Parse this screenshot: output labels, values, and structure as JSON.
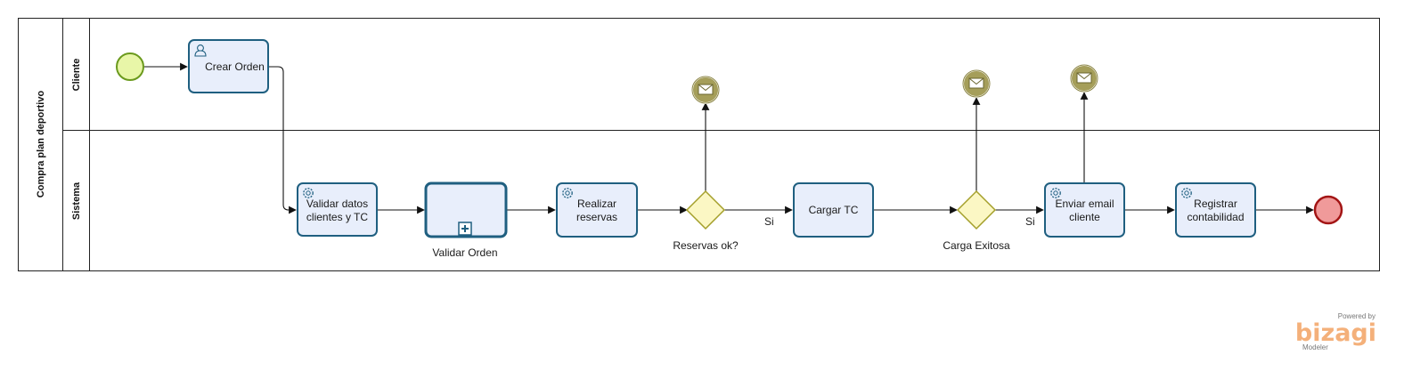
{
  "pool": {
    "label": "Compra plan deportivo"
  },
  "lanes": [
    {
      "id": "cliente",
      "label": "Cliente"
    },
    {
      "id": "sistema",
      "label": "Sistema"
    }
  ],
  "tasks": [
    {
      "id": "crear-orden",
      "lines": [
        "Crear Orden"
      ],
      "icon": "user-icon"
    },
    {
      "id": "validar-datos",
      "lines": [
        "Validar datos",
        "clientes y TC"
      ],
      "icon": "gear-icon"
    },
    {
      "id": "validar-orden",
      "label": "Validar Orden",
      "icon": "subprocess-plus-icon"
    },
    {
      "id": "realizar-reservas",
      "lines": [
        "Realizar",
        "reservas"
      ],
      "icon": "gear-icon"
    },
    {
      "id": "cargar-tc",
      "lines": [
        "Cargar TC"
      ]
    },
    {
      "id": "enviar-email",
      "lines": [
        "Enviar email",
        "cliente"
      ],
      "icon": "gear-icon"
    },
    {
      "id": "registrar-contabilidad",
      "lines": [
        "Registrar",
        "contabilidad"
      ],
      "icon": "gear-icon"
    }
  ],
  "gateways": [
    {
      "id": "reservas-ok",
      "label": "Reservas ok?"
    },
    {
      "id": "carga-exitosa",
      "label": "Carga Exitosa"
    }
  ],
  "flow_labels": {
    "si_1": "Si",
    "si_2": "Si"
  },
  "events": {
    "start": {
      "icon": "start-event-circle"
    },
    "end": {
      "icon": "end-event-circle"
    },
    "messages": [
      {
        "icon": "envelope-icon"
      },
      {
        "icon": "envelope-icon"
      },
      {
        "icon": "envelope-icon"
      }
    ]
  },
  "watermark": {
    "powered_by": "Powered by",
    "brand": "bizagi",
    "product": "Modeler"
  },
  "colors": {
    "task_fill": "#e8eefb",
    "task_stroke": "#1f5f80",
    "gateway_fill": "#fbf7c4",
    "gateway_stroke": "#a5a02c",
    "start_fill": "#e8f6a8",
    "start_stroke": "#6b9a1d",
    "end_fill": "#f09a9a",
    "end_stroke": "#a31515",
    "message_fill": "#a59e5a",
    "brand_orange": "#f4b07a"
  }
}
